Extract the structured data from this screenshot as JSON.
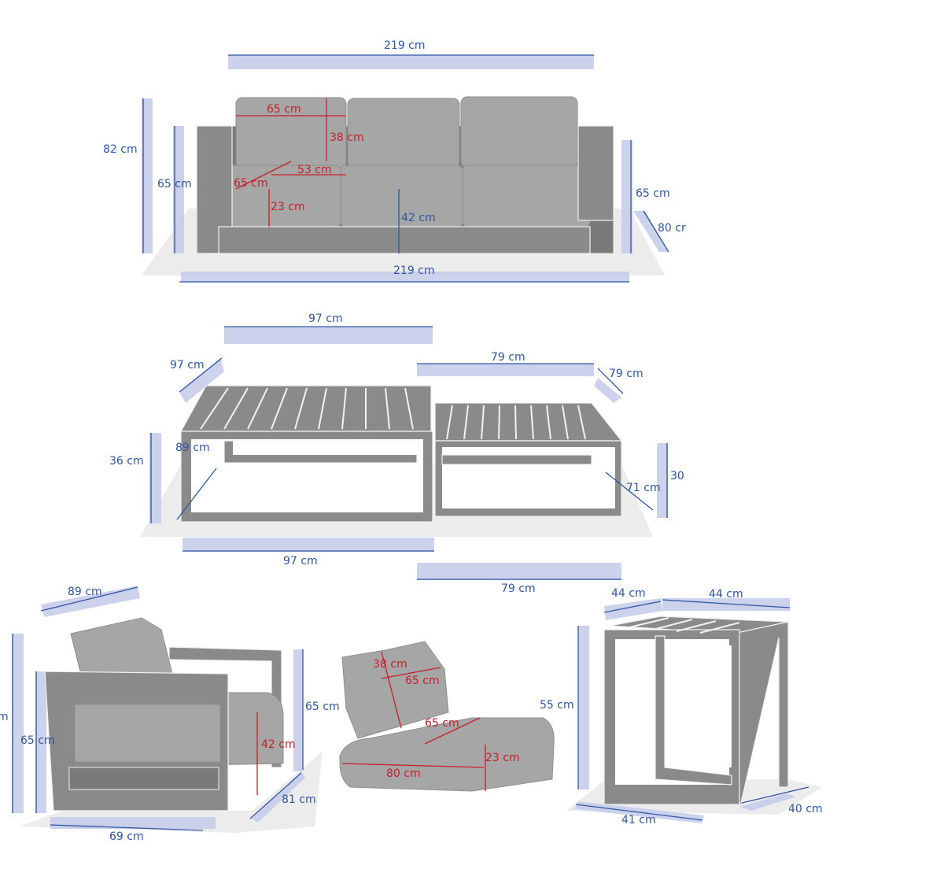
{
  "sofa": {
    "width_top": "219 cm",
    "width_bottom": "219 cm",
    "height_total": "82 cm",
    "arm_height_left": "65 cm",
    "arm_height_right": "65 cm",
    "depth": "80 cr",
    "back_cushion_width": "65 cm",
    "back_cushion_height": "38 cm",
    "seat_depth": "53 cm",
    "seat_cushion_width": "65 cm",
    "seat_cushion_height": "23 cm",
    "seat_height": "42 cm"
  },
  "large_table": {
    "width_top": "97 cm",
    "depth": "97 cm",
    "height": "36 cm",
    "inner_depth": "89 cm",
    "width_bottom": "97 cm"
  },
  "small_table": {
    "width_top": "79 cm",
    "depth": "79 cm",
    "height": "30",
    "inner_depth": "71 cm",
    "width_bottom": "79 cm"
  },
  "armchair": {
    "depth_top": "89 cm",
    "height_total_partial": "m",
    "arm_height_front": "65 cm",
    "arm_height_back": "65 cm",
    "seat_height": "42 cm",
    "depth": "81 cm",
    "width": "69 cm"
  },
  "cushion": {
    "back_height": "38 cm",
    "back_width": "65 cm",
    "seat_depth": "65 cm",
    "seat_width": "80 cm",
    "seat_thickness": "23 cm"
  },
  "side_table": {
    "depth_top": "44 cm",
    "width_top": "44 cm",
    "height": "55 cm",
    "width_bottom": "41 cm",
    "depth_bottom": "40 cm"
  },
  "colors": {
    "dimension_blue": "#2f55a4",
    "cushion_red": "#c4202b",
    "frame_gray": "#8a8a8a"
  }
}
